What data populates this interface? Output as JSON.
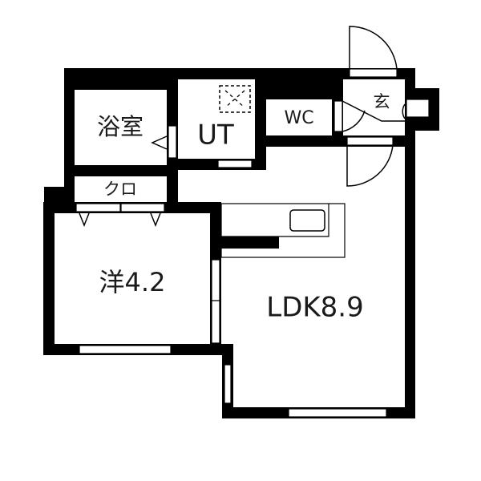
{
  "rooms": {
    "bath": "浴室",
    "utility": "UT",
    "toilet": "WC",
    "entrance": "玄",
    "closet": "クロ",
    "western_room": "洋4.2",
    "ldk": "LDK8.9"
  },
  "colors": {
    "wall": "#000000",
    "background": "#ffffff",
    "text": "#1a1a1a"
  }
}
